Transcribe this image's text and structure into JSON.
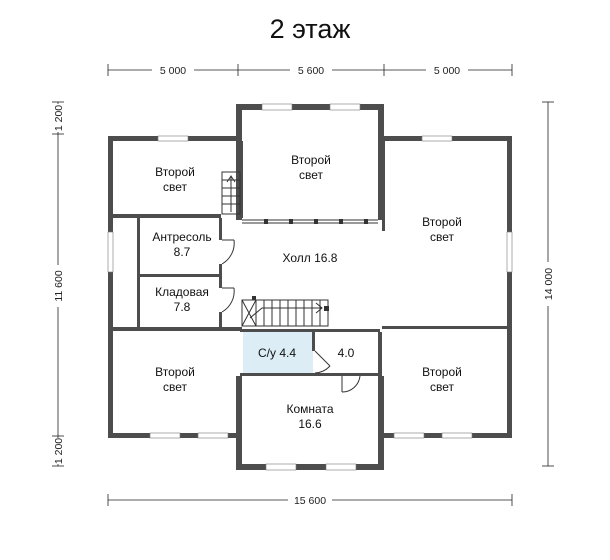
{
  "plan": {
    "title": "2 этаж",
    "dimensions": {
      "top": [
        "5 000",
        "5 600",
        "5 000"
      ],
      "bottom": "15 600",
      "left": [
        "1 200",
        "11 600",
        "1 200"
      ],
      "right": "14 000"
    },
    "rooms": [
      {
        "id": "light-nw",
        "lines": [
          "Второй",
          "свет"
        ]
      },
      {
        "id": "light-n",
        "lines": [
          "Второй",
          "свет"
        ]
      },
      {
        "id": "light-ne",
        "lines": [
          "Второй",
          "свет"
        ]
      },
      {
        "id": "mezzanine",
        "lines": [
          "Антресоль",
          "8.7"
        ]
      },
      {
        "id": "hall",
        "lines": [
          "Холл 16.8"
        ]
      },
      {
        "id": "storage",
        "lines": [
          "Кладовая",
          "7.8"
        ]
      },
      {
        "id": "light-sw",
        "lines": [
          "Второй",
          "свет"
        ]
      },
      {
        "id": "bathroom",
        "lines": [
          "С/у 4.4"
        ]
      },
      {
        "id": "corridor",
        "lines": [
          "4.0"
        ]
      },
      {
        "id": "light-se",
        "lines": [
          "Второй",
          "свет"
        ]
      },
      {
        "id": "room",
        "lines": [
          "Комната",
          "16.6"
        ]
      }
    ],
    "colors": {
      "wall": "#4d4d4d",
      "bathroom_fill": "#dcedf5"
    }
  }
}
